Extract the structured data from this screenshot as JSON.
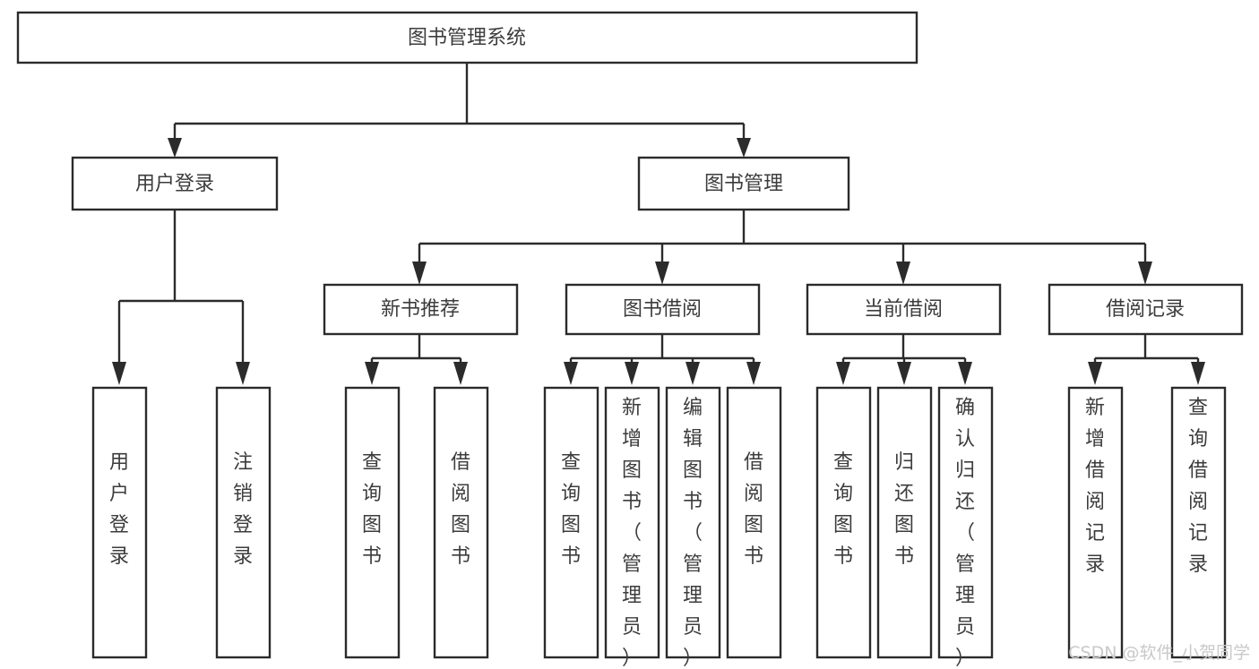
{
  "diagram": {
    "title": "图书管理系统",
    "type": "hierarchy-tree",
    "orientation": "top-down",
    "background_color": "#ffffff",
    "line_color": "#2b2b2b",
    "text_color": "#3c3c3c",
    "levels": 4,
    "root": {
      "id": "root",
      "label": "图书管理系统",
      "level": 0,
      "orientation": "horizontal"
    },
    "level1": [
      {
        "id": "user-login",
        "label": "用户登录",
        "level": 1,
        "orientation": "horizontal"
      },
      {
        "id": "book-management",
        "label": "图书管理",
        "level": 1,
        "orientation": "horizontal"
      }
    ],
    "level2": [
      {
        "id": "new-book-recommend",
        "label": "新书推荐",
        "level": 2,
        "orientation": "horizontal",
        "parent": "book-management"
      },
      {
        "id": "book-borrow",
        "label": "图书借阅",
        "level": 2,
        "orientation": "horizontal",
        "parent": "book-management"
      },
      {
        "id": "current-borrow",
        "label": "当前借阅",
        "level": 2,
        "orientation": "horizontal",
        "parent": "book-management"
      },
      {
        "id": "borrow-record",
        "label": "借阅记录",
        "level": 2,
        "orientation": "horizontal",
        "parent": "book-management"
      }
    ],
    "leaves": [
      {
        "id": "leaf-user-login",
        "label": "用户登录",
        "parent": "user-login",
        "orientation": "vertical"
      },
      {
        "id": "leaf-user-logout",
        "label": "注销登录",
        "parent": "user-login",
        "orientation": "vertical"
      },
      {
        "id": "leaf-query-book-1",
        "label": "查询图书",
        "parent": "new-book-recommend",
        "orientation": "vertical"
      },
      {
        "id": "leaf-borrow-book-1",
        "label": "借阅图书",
        "parent": "new-book-recommend",
        "orientation": "vertical"
      },
      {
        "id": "leaf-query-book-2",
        "label": "查询图书",
        "parent": "book-borrow",
        "orientation": "vertical"
      },
      {
        "id": "leaf-add-book",
        "label": "新增图书（管理员）",
        "parent": "book-borrow",
        "orientation": "vertical"
      },
      {
        "id": "leaf-edit-book",
        "label": "编辑图书（管理员）",
        "parent": "book-borrow",
        "orientation": "vertical"
      },
      {
        "id": "leaf-borrow-book-2",
        "label": "借阅图书",
        "parent": "book-borrow",
        "orientation": "vertical"
      },
      {
        "id": "leaf-query-book-3",
        "label": "查询图书",
        "parent": "current-borrow",
        "orientation": "vertical"
      },
      {
        "id": "leaf-return-book",
        "label": "归还图书",
        "parent": "current-borrow",
        "orientation": "vertical"
      },
      {
        "id": "leaf-confirm-return",
        "label": "确认归还（管理员）",
        "parent": "current-borrow",
        "orientation": "vertical"
      },
      {
        "id": "leaf-add-record",
        "label": "新增借阅记录",
        "parent": "borrow-record",
        "orientation": "vertical"
      },
      {
        "id": "leaf-query-record",
        "label": "查询借阅记录",
        "parent": "borrow-record",
        "orientation": "vertical"
      }
    ]
  },
  "watermark": {
    "text": "CSDN @软件_小贺同学"
  }
}
